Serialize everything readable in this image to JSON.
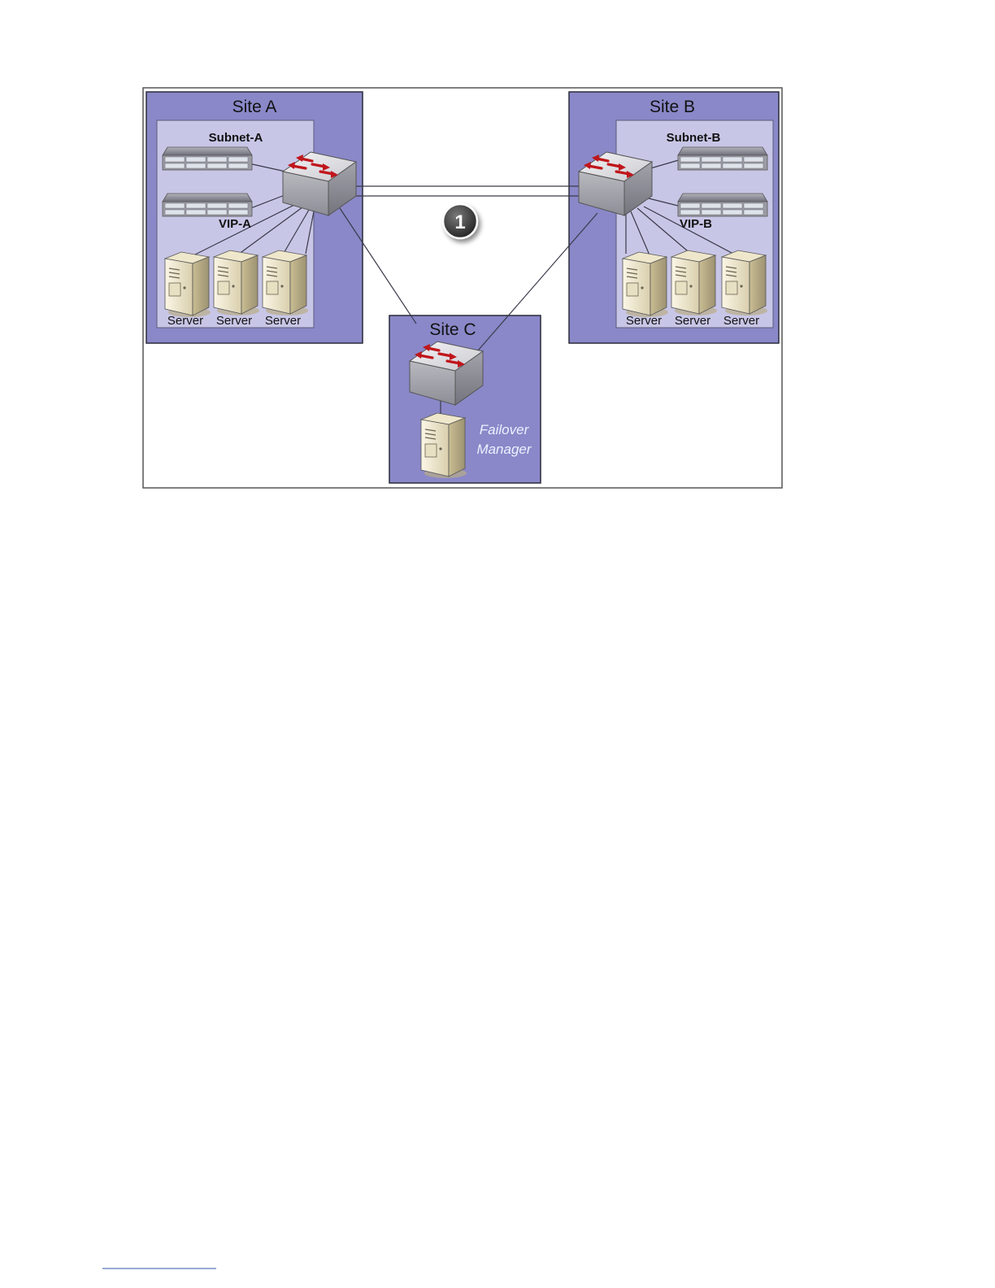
{
  "sites": {
    "a": {
      "title": "Site A",
      "subnet": "Subnet-A",
      "vip": "VIP-A",
      "servers": [
        "Server",
        "Server",
        "Server"
      ]
    },
    "b": {
      "title": "Site B",
      "subnet": "Subnet-B",
      "vip": "VIP-B",
      "servers": [
        "Server",
        "Server",
        "Server"
      ]
    },
    "c": {
      "title": "Site C",
      "failover_line1": "Failover",
      "failover_line2": "Manager"
    }
  },
  "badge": {
    "number": "1"
  },
  "colors": {
    "site_fill": "#8a88c8",
    "subnet_fill": "#c8c6e6",
    "arrow_red": "#c0161b",
    "badge_fill": "#3a3a3a"
  },
  "icons": {
    "switch": "network-switch-icon",
    "storage": "storage-array-icon",
    "server": "tower-server-icon"
  }
}
